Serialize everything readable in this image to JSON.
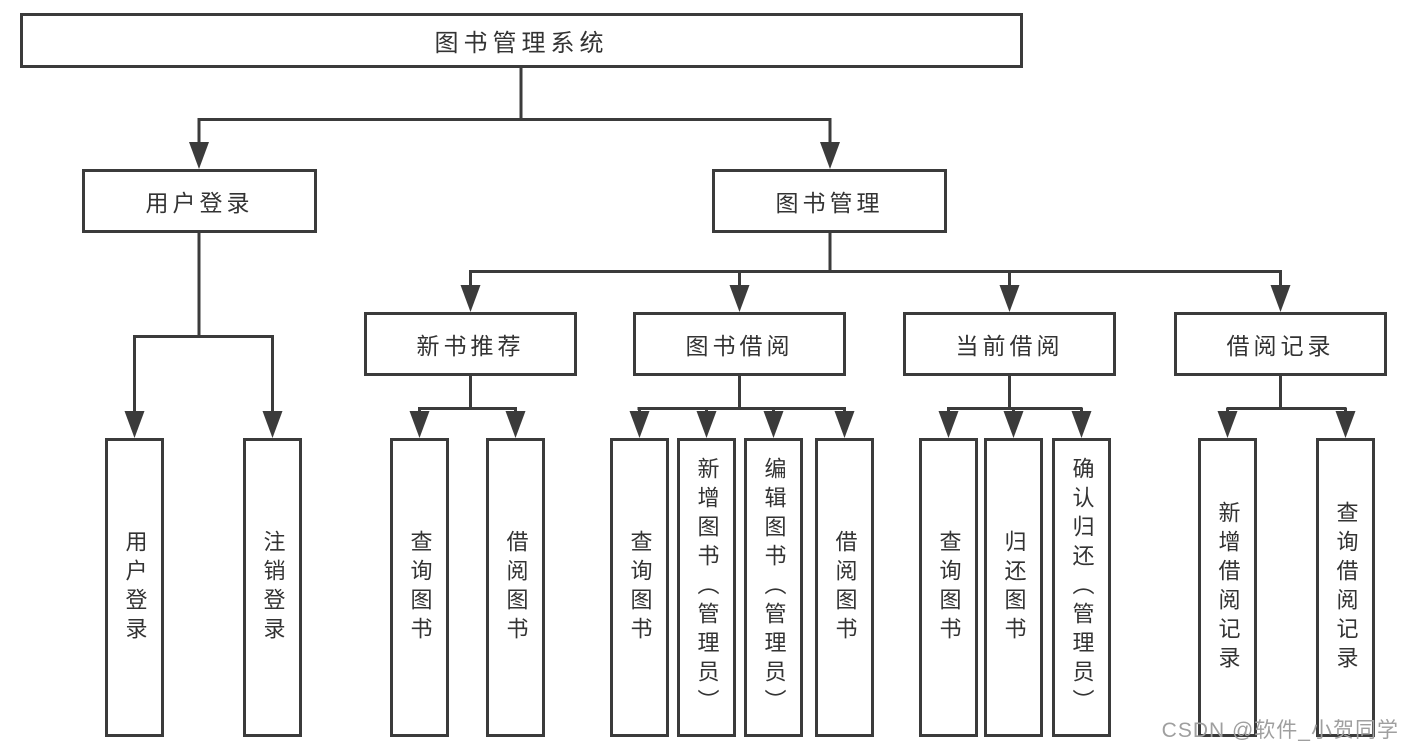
{
  "diagram": {
    "root": {
      "label": "图书管理系统"
    },
    "level2": [
      {
        "label": "用户登录"
      },
      {
        "label": "图书管理"
      }
    ],
    "level3": [
      {
        "label": "新书推荐"
      },
      {
        "label": "图书借阅"
      },
      {
        "label": "当前借阅"
      },
      {
        "label": "借阅记录"
      }
    ],
    "leaves": {
      "user_login": [
        "用户登录",
        "注销登录"
      ],
      "new_books": [
        "查询图书",
        "借阅图书"
      ],
      "book_borrow": [
        "查询图书",
        "新增图书（管理员）",
        "编辑图书（管理员）",
        "借阅图书"
      ],
      "current_borrow": [
        "查询图书",
        "归还图书",
        "确认归还（管理员）"
      ],
      "borrow_records": [
        "新增借阅记录",
        "查询借阅记录"
      ]
    }
  },
  "watermark": {
    "text": "CSDN @软件_小贺同学"
  },
  "colors": {
    "line": "#3b3b3b",
    "text": "#333333",
    "watermark": "#9f9f9f",
    "background": "#ffffff"
  }
}
